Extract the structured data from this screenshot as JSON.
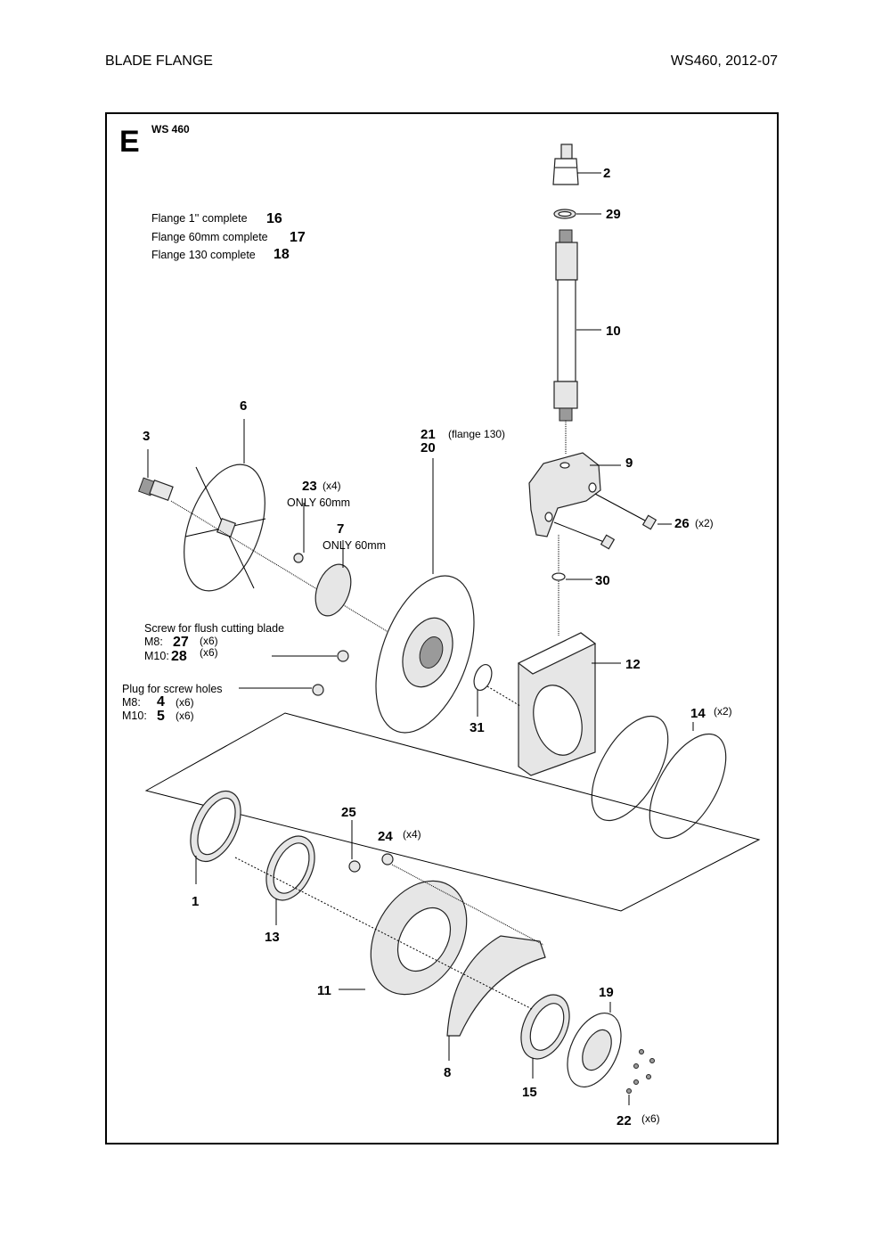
{
  "header": {
    "title": "BLADE FLANGE",
    "model_date": "WS460, 2012-07"
  },
  "frame": {
    "letter": "E",
    "model": "WS 460"
  },
  "notes": {
    "flange_1": "Flange 1'' complete",
    "flange_1_num": "16",
    "flange_60": "Flange 60mm complete",
    "flange_60_num": "17",
    "flange_130": "Flange 130 complete",
    "flange_130_num": "18",
    "screw_title": "Screw for flush cutting blade",
    "screw_m8": "M8:",
    "screw_m8_num": "27",
    "screw_m8_qty": "(x6)",
    "screw_m10": "M10:",
    "screw_m10_num": "28",
    "screw_m10_qty": "(x6)",
    "plug_title": "Plug for screw holes",
    "plug_m8": "M8:",
    "plug_m8_num": "4",
    "plug_m8_qty": "(x6)",
    "plug_m10": "M10:",
    "plug_m10_num": "5",
    "plug_m10_qty": "(x6)",
    "only60_a": "ONLY 60mm",
    "only60_b": "ONLY 60mm",
    "flange130_note": "(flange 130)"
  },
  "callouts": {
    "p2": "2",
    "p29": "29",
    "p10": "10",
    "p6": "6",
    "p3": "3",
    "p21": "21",
    "p20": "20",
    "p9": "9",
    "p23": "23",
    "p23q": "(x4)",
    "p7": "7",
    "p26": "26",
    "p26q": "(x2)",
    "p30": "30",
    "p12": "12",
    "p31": "31",
    "p14": "14",
    "p14q": "(x2)",
    "p25": "25",
    "p24": "24",
    "p24q": "(x4)",
    "p1": "1",
    "p13": "13",
    "p11": "11",
    "p8": "8",
    "p19": "19",
    "p15": "15",
    "p22": "22",
    "p22q": "(x6)"
  }
}
